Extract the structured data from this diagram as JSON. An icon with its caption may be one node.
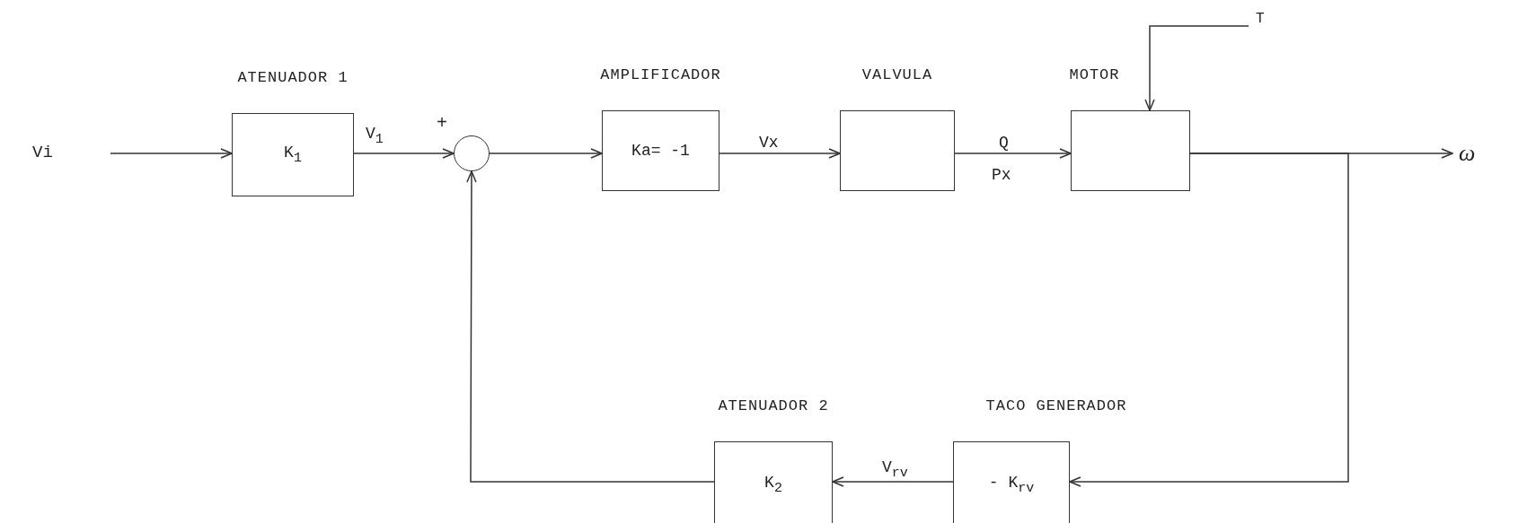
{
  "diagram": {
    "nodes": [
      {
        "text": [
          "Vi"
        ]
      },
      {
        "text": [
          "ATENUADOR 1",
          "K$_{1}$"
        ]
      },
      {
        "text": [],
        "shape": "circle",
        "beside": [
          "+"
        ]
      },
      {
        "text": [
          "AMPLIFICADOR",
          "Ka= -1"
        ]
      },
      {
        "text": [
          "VALVULA"
        ]
      },
      {
        "text": [
          "MOTOR"
        ]
      },
      {
        "text": [
          "ω"
        ]
      },
      {
        "text": [
          "T"
        ]
      },
      {
        "text": [
          "TACO GENERADOR",
          "- K$_{rv}$"
        ]
      },
      {
        "text": [
          "ATENUADOR 2",
          "K$_{2}$"
        ]
      }
    ],
    "edges": [
      {
        "from": 0,
        "to": 1,
        "arrow": "to"
      },
      {
        "from": 1,
        "to": 2,
        "arrow": "to",
        "label": "V$_{1}$"
      },
      {
        "from": 2,
        "to": 3,
        "arrow": "to"
      },
      {
        "from": 3,
        "to": 4,
        "arrow": "to",
        "label": "Vx"
      },
      {
        "from": 4,
        "to": 5,
        "arrow": "to",
        "label": "Q"
      },
      {
        "from": 5,
        "to": 6,
        "arrow": "to"
      },
      {
        "from": 5,
        "to": 8,
        "arrow": "to"
      },
      {
        "from": 7,
        "to": 5,
        "arrow": "to"
      },
      {
        "from": 8,
        "to": 9,
        "arrow": "to",
        "label": "V$_{rv}$"
      },
      {
        "from": 9,
        "to": 2,
        "arrow": "to"
      }
    ],
    "labels": [
      "Px"
    ]
  }
}
